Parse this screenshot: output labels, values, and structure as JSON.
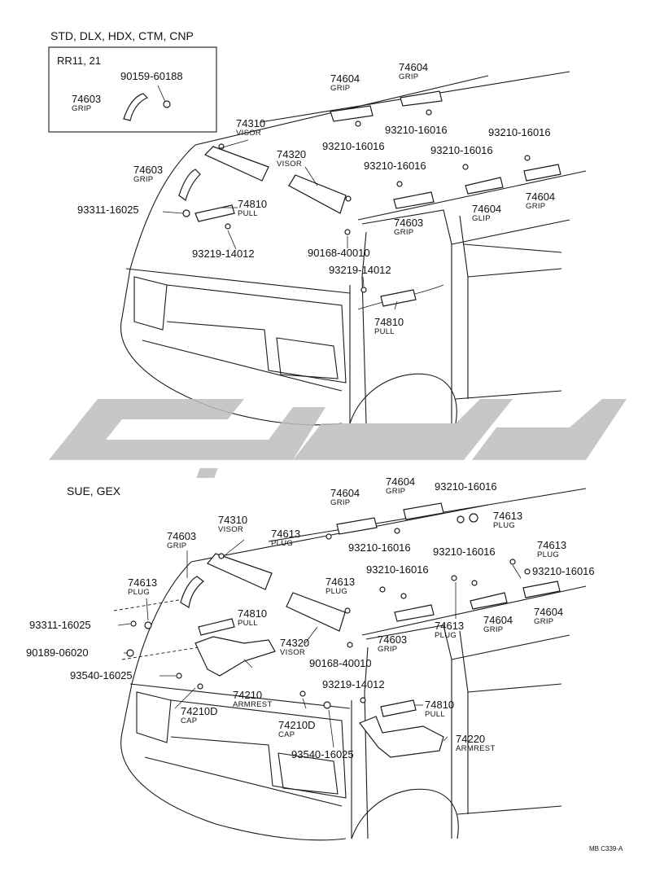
{
  "sections": [
    {
      "id": "top",
      "label": "STD, DLX, HDX, CTM, CNP",
      "inset": "RR11, 21"
    },
    {
      "id": "bottom",
      "label": "SUE, GEX"
    }
  ],
  "labels": {
    "top": {
      "inset_bolt": "90159-60188",
      "inset_grip_no": "74603",
      "inset_grip_nm": "GRIP",
      "grip_tl_no": "74604",
      "grip_tl_nm": "GRIP",
      "grip_tr_no": "74604",
      "grip_tr_nm": "GRIP",
      "screw_a": "93210-16016",
      "screw_b": "93210-16016",
      "screw_c": "93210-16016",
      "screw_d": "93210-16016",
      "screw_e": "93210-16016",
      "visor_l_no": "74310",
      "visor_l_nm": "VISOR",
      "visor_r_no": "74320",
      "visor_r_nm": "VISOR",
      "grip_front_no": "74603",
      "grip_front_nm": "GRIP",
      "screw_93311": "93311-16025",
      "pull_top_no": "74810",
      "pull_top_nm": "PULL",
      "screw_93219_a": "93219-14012",
      "screw_90168": "90168-40010",
      "screw_93219_b": "93219-14012",
      "grip_mid_no": "74603",
      "grip_mid_nm": "GRIP",
      "glip_no": "74604",
      "glip_nm": "GLIP",
      "grip_right_no": "74604",
      "grip_right_nm": "GRIP",
      "pull_door_no": "74810",
      "pull_door_nm": "PULL"
    },
    "bottom": {
      "grip_tl_no": "74604",
      "grip_tl_nm": "GRIP",
      "grip_tm_no": "74604",
      "grip_tm_nm": "GRIP",
      "screw_top": "93210-16016",
      "plug_a_no": "74613",
      "plug_a_nm": "PLUG",
      "visor_l_no": "74310",
      "visor_l_nm": "VISOR",
      "plug_b_no": "74613",
      "plug_b_nm": "PLUG",
      "screw_mid": "93210-16016",
      "screw_r1": "93210-16016",
      "plug_c_no": "74613",
      "plug_c_nm": "PLUG",
      "screw_r2": "93210-16016",
      "grip_left_no": "74603",
      "grip_left_nm": "GRIP",
      "plug_d_no": "74613",
      "plug_d_nm": "PLUG",
      "screw_c2": "93210-16016",
      "plug_e_no": "74613",
      "plug_e_nm": "PLUG",
      "pull_no": "74810",
      "pull_nm": "PULL",
      "screw_93311": "93311-16025",
      "visor_r_no": "74320",
      "visor_r_nm": "VISOR",
      "screw_90189": "90189-06020",
      "grip_c_no": "74603",
      "grip_c_nm": "GRIP",
      "plug_f_no": "74613",
      "plug_f_nm": "PLUG",
      "grip_r1_no": "74604",
      "grip_r1_nm": "GRIP",
      "grip_r2_no": "74604",
      "grip_r2_nm": "GRIP",
      "screw_90168": "90168-40010",
      "screw_93540_a": "93540-16025",
      "armrest_l_no": "74210",
      "armrest_l_nm": "ARMREST",
      "screw_93219": "93219-14012",
      "cap_l_no": "74210D",
      "cap_l_nm": "CAP",
      "pull_door_no": "74810",
      "pull_door_nm": "PULL",
      "cap_r_no": "74210D",
      "cap_r_nm": "CAP",
      "armrest_r_no": "74220",
      "armrest_r_nm": "ARMREST",
      "screw_93540_b": "93540-16025"
    }
  },
  "diagram_code": "MB C339-A",
  "watermark": {
    "color": "#bdbdbd"
  }
}
